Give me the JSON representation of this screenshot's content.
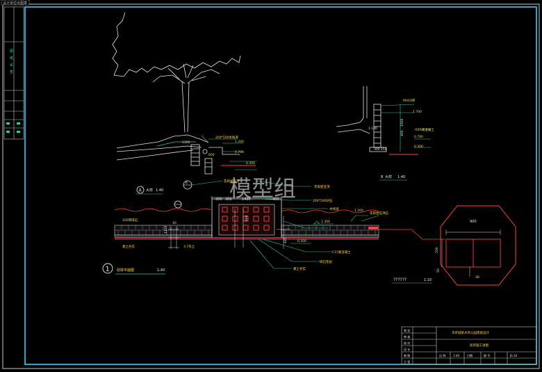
{
  "topstrip": "设计单位出图章",
  "sidebar_labels": [
    "图",
    "纸",
    "会",
    "签"
  ],
  "watermark": "模型组",
  "views": {
    "view_a": {
      "letter": "A",
      "label": "大样",
      "scale": "1:40"
    },
    "view_b": {
      "letter": "B",
      "label": "大样",
      "scale": "1:40"
    },
    "view_1": {
      "number": "1",
      "label": "驳岸平面图",
      "scale": "1:40"
    },
    "view_detail": {
      "label": "??????",
      "scale": "1:10"
    }
  },
  "dims": {
    "d1300": "1300",
    "d200": "200",
    "d300": "300",
    "d1400": "1400",
    "d400": "400",
    "d1100": "1100",
    "d420": "420",
    "d600": "600",
    "d1200a": "1.200",
    "d0700": "0.700",
    "d0300a": "0.300",
    "d0300b": "0.300",
    "d1300r": "1.300",
    "d1200r": "1.200",
    "d1100r": "1.100",
    "d1500": "1500",
    "d400r": "400",
    "d300r": "300",
    "d250": "250",
    "d210": "210",
    "d1700": "1.700",
    "d0700r": "0.700",
    "d0300r": "0.300",
    "d900": "900",
    "d30": "30",
    "d50": "50",
    "d10": "10"
  },
  "notes": {
    "n1": "200*500木栈道",
    "n2": "花岗岩压顶",
    "n3": "木栈道",
    "n4": "200*500块石",
    "n5": "花岗岩压顶石",
    "n6": "C15素混凝土",
    "n7": "碎石垫层",
    "n8": "素土夯实",
    "n9": "花岗岩压顶",
    "n10": "MU10砖",
    "n11": "C15素混凝土",
    "n12": "100厚碎石",
    "n13": "素土夯实",
    "n14": "3:7灰土"
  },
  "title_block": {
    "project": "华侨城某水岸公园景观设计",
    "drawing": "驳岸施工详图",
    "scale_label": "比 例",
    "scale_value": "1:40",
    "date_label": "日期",
    "sheet_label": "图 号",
    "sheet_value": "JS-16",
    "rows": [
      "审 定",
      "审 核",
      "校 对",
      "设 计",
      "制 图",
      "工 程"
    ]
  }
}
